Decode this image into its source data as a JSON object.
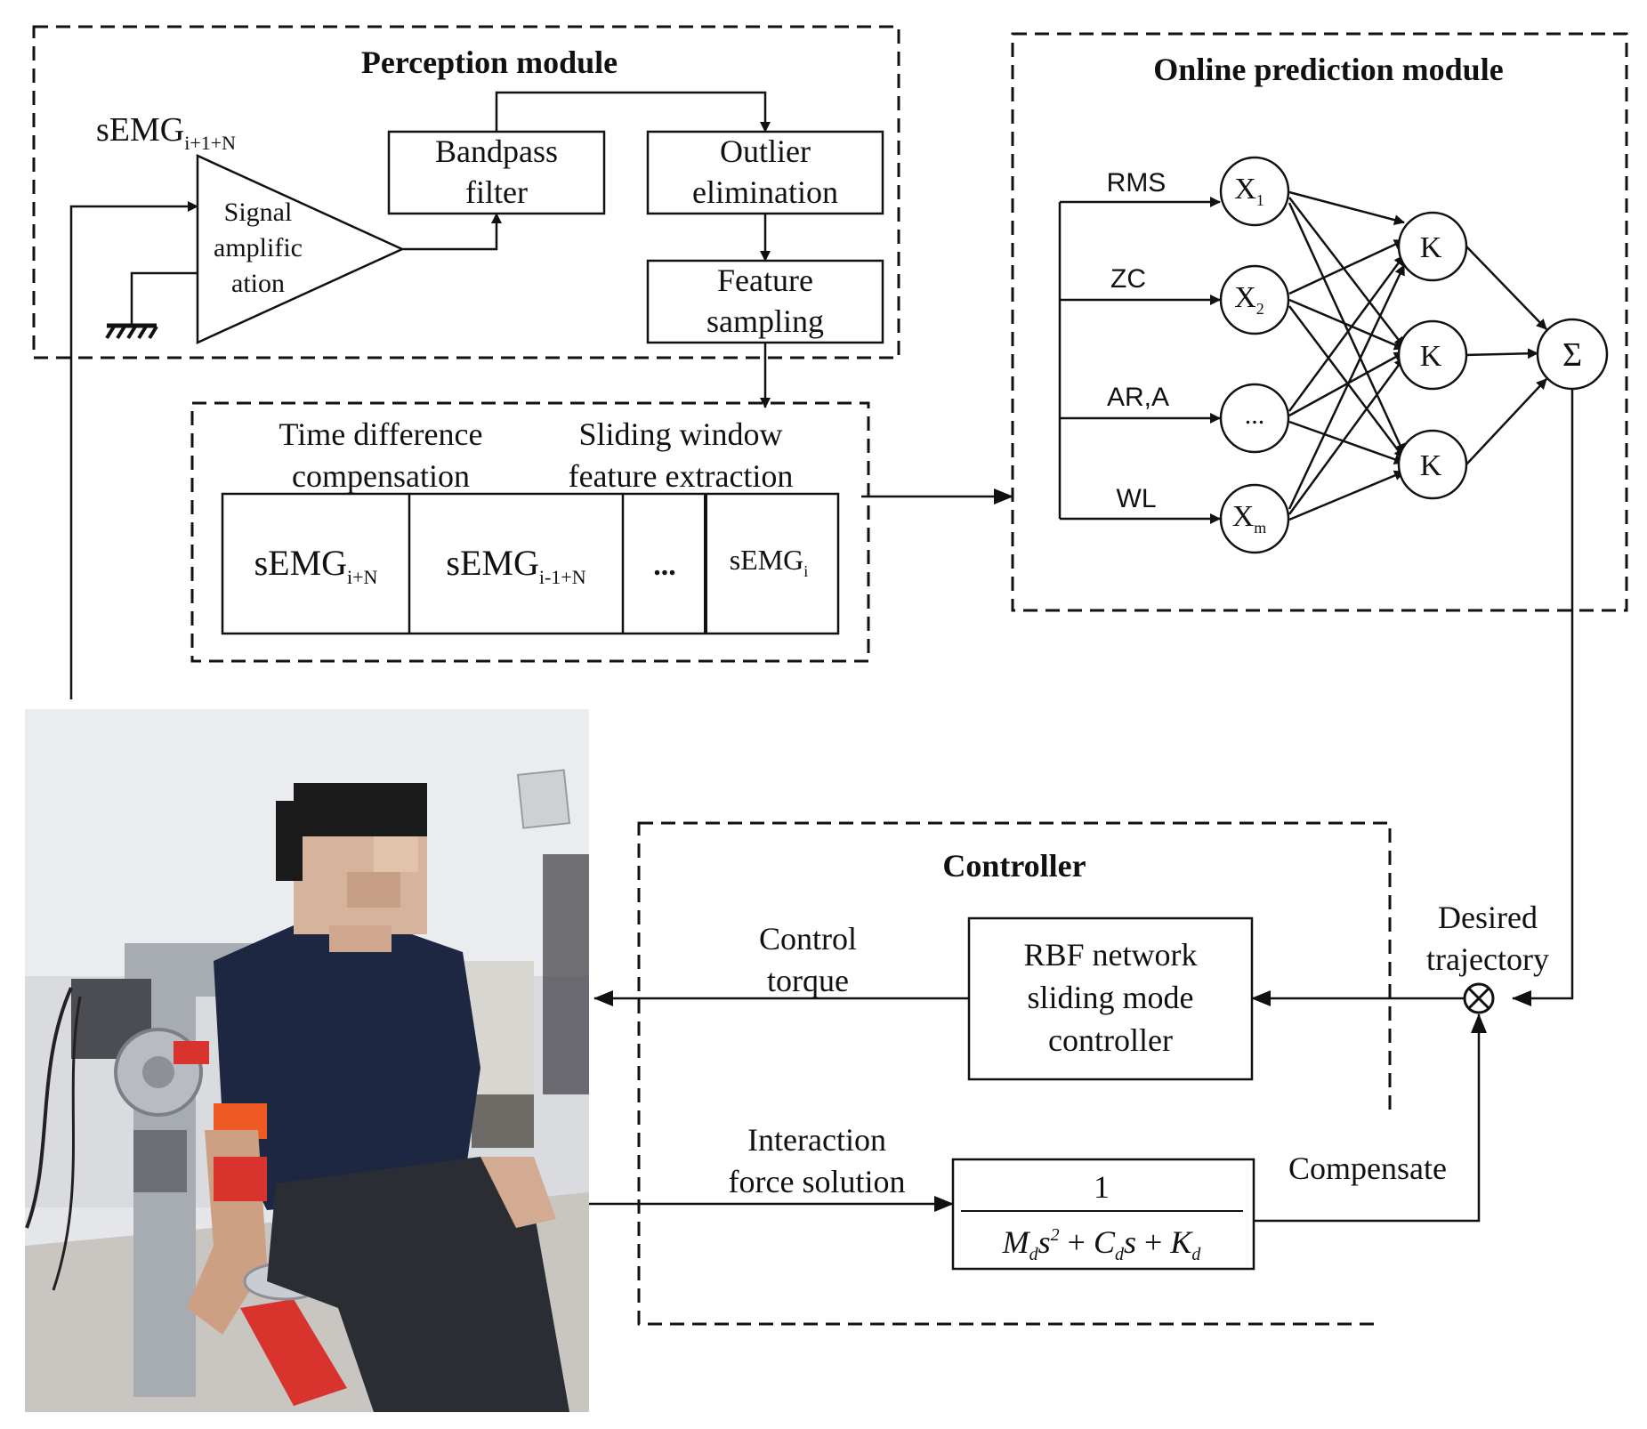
{
  "perception": {
    "title": "Perception module",
    "input_signal": "sEMG",
    "input_signal_sub": "i+1+N",
    "amp_line1": "Signal",
    "amp_line2": "amplific",
    "amp_line3": "ation",
    "bandpass_line1": "Bandpass",
    "bandpass_line2": "filter",
    "outlier_line1": "Outlier",
    "outlier_line2": "elimination",
    "feature_line1": "Feature",
    "feature_line2": "sampling"
  },
  "window": {
    "time_diff_line1": "Time difference",
    "time_diff_line2": "compensation",
    "sliding_line1": "Sliding window",
    "sliding_line2": "feature extraction",
    "cells": [
      {
        "main": "sEMG",
        "sub": "i+N"
      },
      {
        "main": "sEMG",
        "sub": "i-1+N"
      },
      {
        "main": "...",
        "sub": ""
      },
      {
        "main": "sEMG",
        "sub": "i"
      }
    ]
  },
  "prediction": {
    "title": "Online prediction module",
    "features": [
      "RMS",
      "ZC",
      "AR,A",
      "WL"
    ],
    "inputs": [
      {
        "main": "X",
        "sub": "1"
      },
      {
        "main": "X",
        "sub": "2"
      },
      {
        "main": "...",
        "sub": ""
      },
      {
        "main": "X",
        "sub": "m"
      }
    ],
    "hidden": [
      "K",
      "K",
      "K"
    ],
    "output": "Σ"
  },
  "controller": {
    "title": "Controller",
    "rbf_line1": "RBF network",
    "rbf_line2": "sliding mode",
    "rbf_line3": "controller",
    "desired_line1": "Desired",
    "desired_line2": "trajectory",
    "control_line1": "Control",
    "control_line2": "torque",
    "interaction_line1": "Interaction",
    "interaction_line2": "force solution",
    "compensate": "Compensate",
    "tf_numerator": "1",
    "tf_denominator": "M_d s^2 + C_d s + K_d"
  },
  "colors": {
    "wall": "#e4e6ea",
    "shirt": "#1d2742",
    "pants": "#2a2d33",
    "robot_red": "#d8332c",
    "strap_orange": "#ee5a22",
    "frame_gray": "#a7abb2"
  }
}
